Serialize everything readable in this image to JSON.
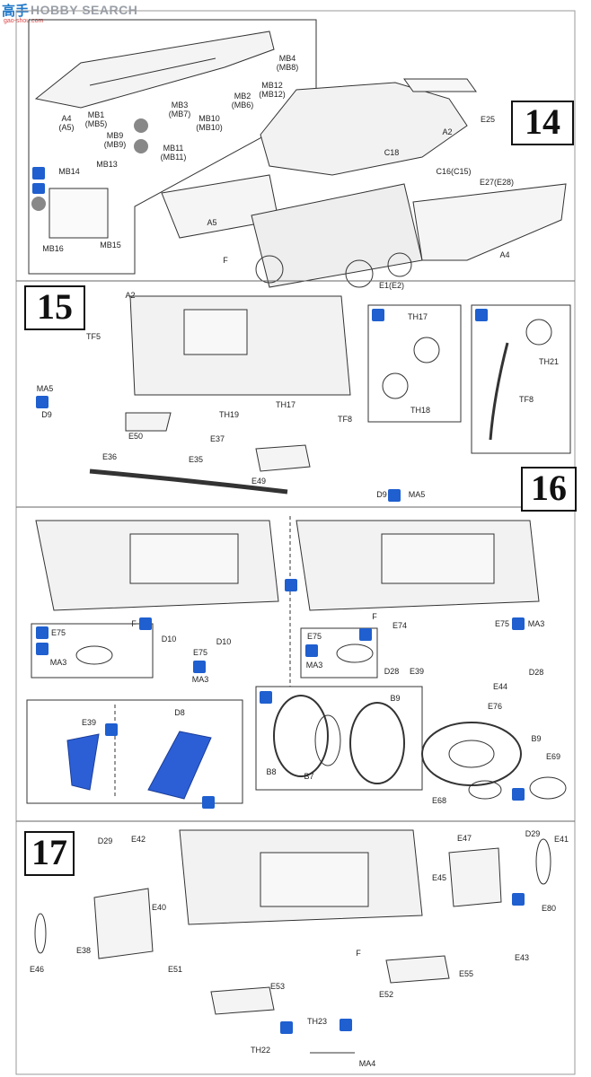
{
  "watermark": {
    "cn": "高手",
    "brand": "HOBBY SEARCH",
    "site": "gao-shou.com"
  },
  "steps": [
    {
      "number": "14"
    },
    {
      "number": "15"
    },
    {
      "number": "16"
    },
    {
      "number": "17"
    }
  ],
  "step14_labels": [
    "MB4 (MB8)",
    "MB12 (MB12)",
    "MB2 (MB6)",
    "MB3 (MB7)",
    "MB10 (MB10)",
    "MB1 (MB5)",
    "MB9 (MB9)",
    "MB11 (MB11)",
    "A4 (A5)",
    "MB14",
    "MB13",
    "MB16",
    "MB15",
    "E25",
    "A2",
    "C18",
    "C16(C15)",
    "E27(E28)",
    "A5",
    "A4",
    "F",
    "E1(E2)"
  ],
  "step15_labels": [
    "A2",
    "TF5",
    "MA5",
    "D9",
    "E50",
    "E35",
    "E36",
    "TH19",
    "TH17",
    "E37",
    "E49",
    "TF8",
    "D9",
    "MA5",
    "TH17",
    "TH18",
    "TH21",
    "TF8"
  ],
  "step16_labels": [
    "F",
    "D10",
    "D10",
    "E75",
    "MA3",
    "E75",
    "MA3",
    "F",
    "E74",
    "E75",
    "MA3",
    "E75",
    "MA3",
    "D28",
    "E39",
    "D28",
    "E44",
    "E76",
    "B9",
    "B8",
    "B7",
    "B9",
    "E69",
    "E68",
    "E39",
    "D8"
  ],
  "step17_labels": [
    "D29",
    "E42",
    "E47",
    "D29",
    "E41",
    "E40",
    "E45",
    "E80",
    "E46",
    "E38",
    "E51",
    "E53",
    "F",
    "E55",
    "E43",
    "E52",
    "TH23",
    "TH22",
    "MA4"
  ]
}
